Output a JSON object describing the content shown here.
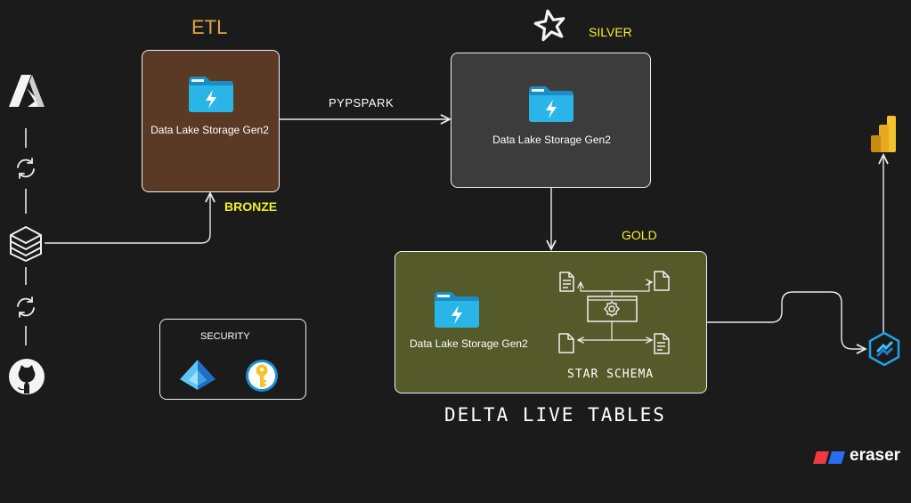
{
  "titles": {
    "etl": "ETL",
    "silver": "SILVER",
    "bronze": "BRONZE",
    "gold": "GOLD",
    "delta_live_tables": "DELTA LIVE TABLES",
    "pypspark": "PYPSPARK",
    "star_schema": "STAR SCHEMA",
    "security": "SECURITY"
  },
  "nodes": {
    "bronze_storage": "Data Lake Storage Gen2",
    "silver_storage": "Data Lake Storage Gen2",
    "gold_storage": "Data Lake Storage Gen2"
  },
  "brand": {
    "name": "eraser"
  },
  "colors": {
    "background": "#1b1b1b",
    "bronze_box": "#5a3a24",
    "silver_box": "#3c3c3c",
    "gold_box": "#545a2a",
    "security_box": "#1b1b1b",
    "label_orange": "#e0a446",
    "label_yellow": "#f2f02c",
    "folder_blue": "#2ab5e8",
    "eraser_red": "#f0383e",
    "eraser_blue": "#2a6cf2"
  },
  "icons": [
    "azure-icon",
    "sync-icon",
    "databricks-icon",
    "github-icon",
    "star-icon",
    "folder-lightning-icon",
    "document-icon",
    "gear-icon",
    "entra-id-icon",
    "key-vault-icon",
    "power-bi-icon",
    "synapse-icon",
    "eraser-logo-icon"
  ]
}
